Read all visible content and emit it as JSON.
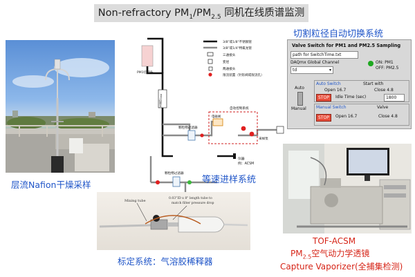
{
  "title": {
    "prefix": "Non-refractory PM",
    "sub1": "1",
    "slash": "/PM",
    "sub2": "2.5",
    "suffix": " 同机在线质谱监测"
  },
  "captions": {
    "nafion": "层流Nafion干燥采样",
    "isokinetic": "等速进样系统",
    "valve_system": "切割粒径自动切换系统",
    "calibration": "标定系统：气溶胶稀释器",
    "acsm_line1": "TOF-ACSM",
    "acsm_line2_prefix": "PM",
    "acsm_line2_sub": "2.5",
    "acsm_line2_suffix": "空气动力学透镜",
    "acsm_line3": "Capture Vaporizer(全捕集检测)"
  },
  "schematic": {
    "legend": [
      "3/8\"或1/8\"不锈钢管",
      "3/8\"或1/4\"特氟龙管",
      "三通接头",
      "变径",
      "两通接头",
      "限流装置（针形阀或限流孔）"
    ],
    "pm1_cutter": "PM1切割头",
    "cutter_vertical": "PM1切割头",
    "auto_control": "自动控制系统",
    "solenoid": "电磁阀",
    "filter_1": "颗粒物过滤器",
    "filter_2": "颗粒物过滤器",
    "instrument_line1": "仪器",
    "instrument_line2": "例：ACSM",
    "pump": "采样泵",
    "flowmeter": "流量计"
  },
  "valve_panel": {
    "title": "Valve Switch for PM1 and PM2.5 Sampling",
    "path_value": "path for SwitchTime.txt",
    "daq_label": "DAQmx Global Channel",
    "daq_value": "td",
    "on_label": "ON: PM1",
    "off_label": "OFF: PM2.5",
    "auto_label": "Auto",
    "manual_label": "Manual",
    "auto_switch": "Auto Switch",
    "start_with": "Start with",
    "open_1": "Open 16.7",
    "close_1": "Close 4.8",
    "stop_1": "STOP",
    "idle_time": "Idle Time (sec)",
    "idle_value": "1800",
    "manual_switch": "Manual Switch",
    "valve": "Valve",
    "stop_2": "STOP",
    "open_2": "Open 16.7",
    "close_2": "Close 4.8"
  },
  "dilutor": {
    "mixing_tube": "Mixing tube",
    "tube_spec_line1": "0.03\"ID x 8\" length tube to",
    "tube_spec_line2": "match filter pressure drop"
  },
  "colors": {
    "caption_blue": "#1f55c8",
    "caption_red": "#d62417",
    "steel_line": "#111111",
    "teflon_line": "#8a8a8a",
    "stop_red": "#e84d3a",
    "led_green": "#1ea820",
    "panel_grey": "#d8d8d8"
  }
}
